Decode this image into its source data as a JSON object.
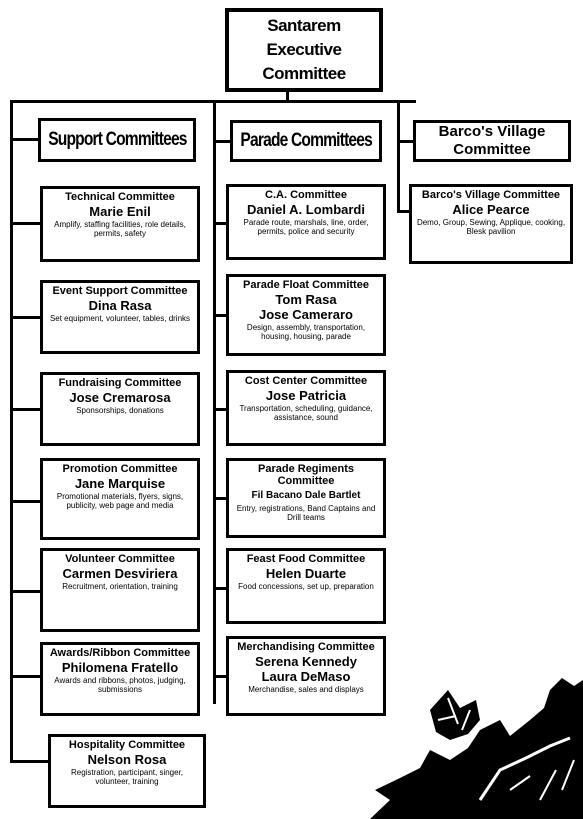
{
  "executive": {
    "title": "Santarem Executive Committee"
  },
  "sections": {
    "support": {
      "title": "Support Committees"
    },
    "parade": {
      "title": "Parade Committees"
    },
    "barcos": {
      "title": "Barco's Village Committee"
    }
  },
  "support_cards": [
    {
      "name": "Technical Committee",
      "person": "Marie Enil",
      "desc": "Amplify, staffing facilities, role details, permits, safety"
    },
    {
      "name": "Event Support Committee",
      "person": "Dina Rasa",
      "desc": "Set equipment, volunteer, tables, drinks"
    },
    {
      "name": "Fundraising Committee",
      "person": "Jose Cremarosa",
      "desc": "Sponsorships, donations"
    },
    {
      "name": "Promotion Committee",
      "person": "Jane Marquise",
      "desc": "Promotional materials, flyers, signs, publicity, web page and media"
    },
    {
      "name": "Volunteer Committee",
      "person": "Carmen Desviriera",
      "desc": "Recruitment, orientation, training"
    },
    {
      "name": "Awards/Ribbon Committee",
      "person": "Philomena Fratello",
      "desc": "Awards and ribbons, photos, judging, submissions"
    },
    {
      "name": "Hospitality Committee",
      "person": "Nelson Rosa",
      "desc": "Registration, participant, singer, volunteer, training"
    }
  ],
  "parade_cards": [
    {
      "name": "C.A. Committee",
      "person": "Daniel A. Lombardi",
      "desc": "Parade route, marshals, line, order, permits, police and security"
    },
    {
      "name": "Parade Float Committee",
      "person": "Tom Rasa\nJose Cameraro",
      "desc": "Design, assembly, transportation, housing, housing, parade"
    },
    {
      "name": "Cost Center Committee",
      "person": "Jose Patricia",
      "desc": "Transportation, scheduling, guidance, assistance, sound"
    },
    {
      "name": "Parade Regiments Committee",
      "person": "Fil Bacano  Dale Bartlet",
      "desc": "Entry, registrations, Band Captains and Drill teams"
    },
    {
      "name": "Feast Food Committee",
      "person": "Helen Duarte",
      "desc": "Food concessions, set up, preparation"
    },
    {
      "name": "Merchandising Committee",
      "person": "Serena Kennedy\nLaura DeMaso",
      "desc": "Merchandise, sales and displays"
    }
  ],
  "barcos_card": {
    "name": "Barco's Village Committee",
    "person": "Alice Pearce",
    "desc": "Demo, Group, Sewing, Applique, cooking, Blesk pavilion"
  }
}
